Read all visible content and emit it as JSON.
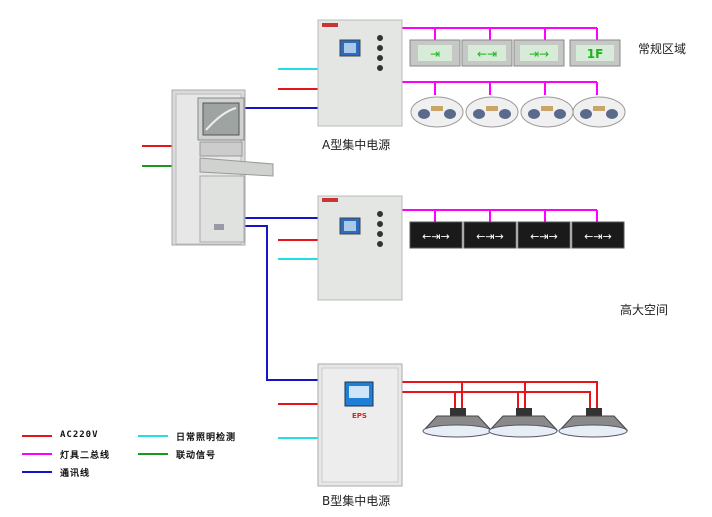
{
  "labels": {
    "area_regular": "常规区域",
    "area_high_space": "高大空间",
    "power_a": "A型集中电源",
    "power_b": "B型集中电源",
    "eps_badge": "EPS",
    "floor_sign": "1F"
  },
  "legend": [
    {
      "label": "AC220V",
      "color": "#e8141c"
    },
    {
      "label": "灯具二总线",
      "color": "#ff00ff"
    },
    {
      "label": "通讯线",
      "color": "#1515c8"
    },
    {
      "label": "日常照明检测",
      "color": "#22e0e0"
    },
    {
      "label": "联动信号",
      "color": "#1a9a1a"
    }
  ],
  "colors": {
    "ac220": "#e8141c",
    "bus": "#ff00ff",
    "comm": "#1515c8",
    "daily": "#22e0e0",
    "link": "#1a9a1a",
    "cabinet": "#e4e6e4",
    "eps_panel": "#1e7fd8"
  }
}
